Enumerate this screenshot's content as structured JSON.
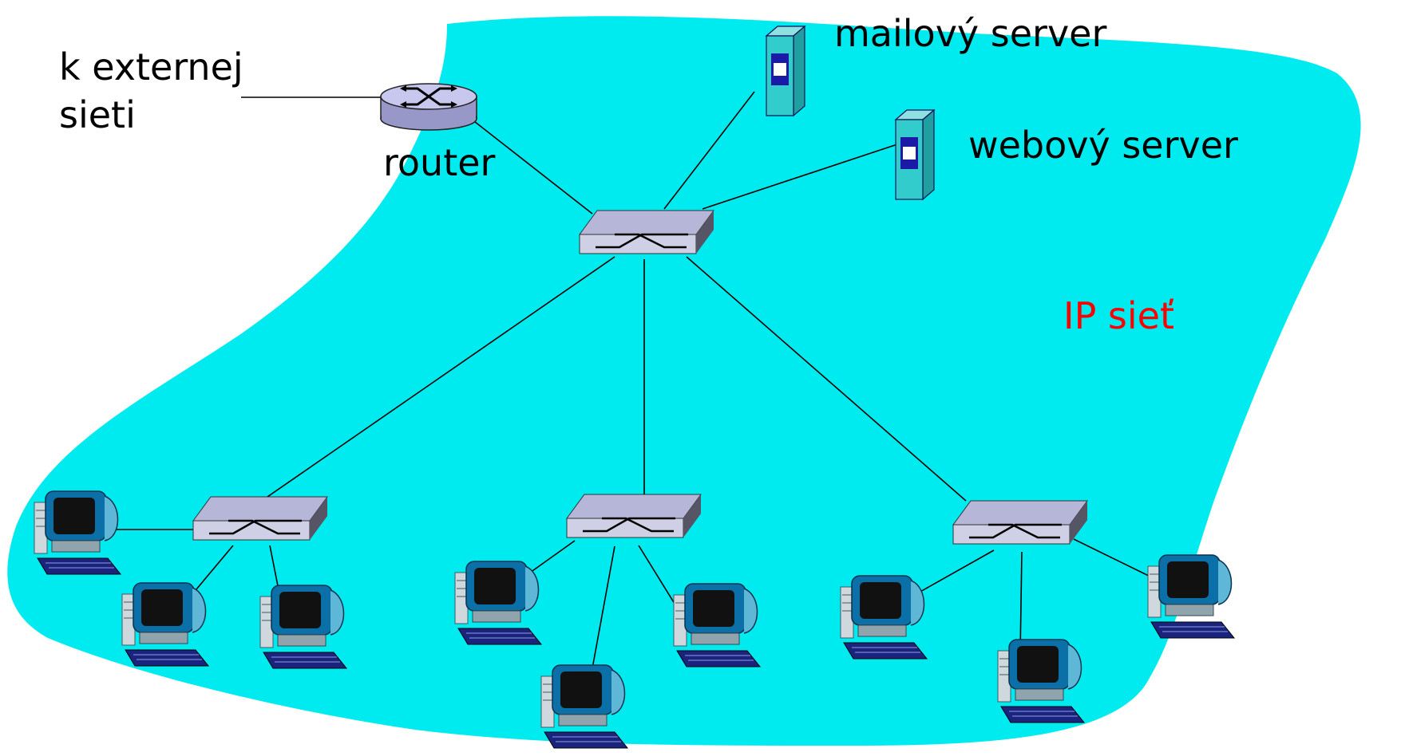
{
  "labels": {
    "external": [
      "k externej",
      "sieti"
    ],
    "router": "router",
    "mail_server": "mailový server",
    "web_server": "webový server",
    "network": "IP sieť"
  },
  "colors": {
    "network_fill": "#00ebf0",
    "network_label": "#ff0000",
    "server_body": "#33cccc",
    "server_panel": "#1a1aa6",
    "switch_top": "#b6b6d8",
    "switch_front": "#555566",
    "router_body": "#c8c8ee",
    "monitor_frame": "#0b6fa8",
    "keyboard": "#1a237e"
  },
  "icons": {
    "router": "router-icon",
    "switch": "switch-icon",
    "server": "server-icon",
    "host": "desktop-computer-icon"
  }
}
